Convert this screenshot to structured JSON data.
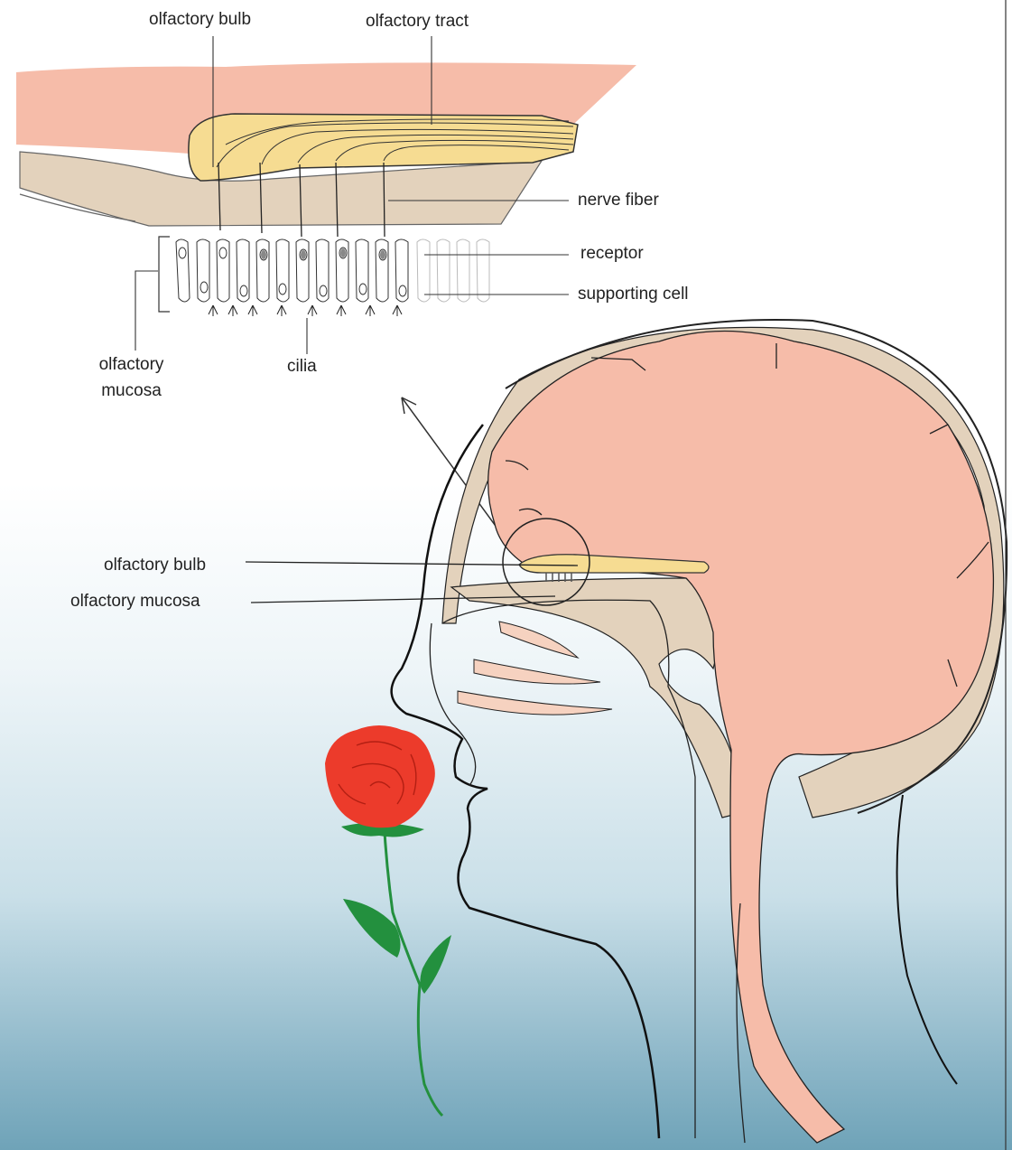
{
  "colors": {
    "skin": "#f6bca9",
    "bone": "#e3d2bc",
    "bulb": "#f6dc92",
    "rose": "#ec3b2b",
    "leaf": "#23903e",
    "line": "#111111"
  },
  "labels": {
    "top_bulb": "olfactory bulb",
    "top_tract": "olfactory tract",
    "nerve_fiber": "nerve fiber",
    "receptor": "receptor",
    "supporting_cell": "supporting cell",
    "mucosa_line1": "olfactory",
    "mucosa_line2": "mucosa",
    "cilia": "cilia",
    "head_bulb": "olfactory bulb",
    "head_mucosa": "olfactory mucosa"
  }
}
